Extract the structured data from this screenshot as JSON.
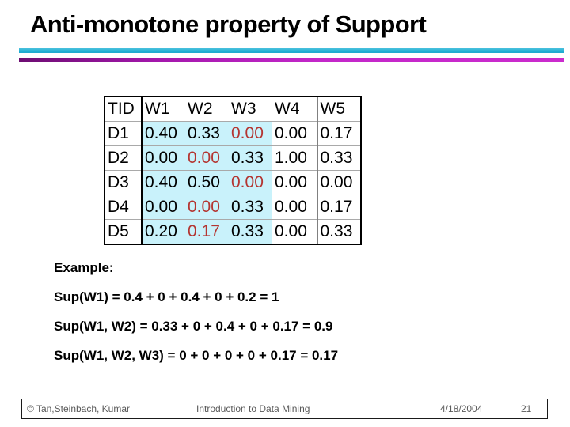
{
  "slide": {
    "title": "Anti-monotone property of Support",
    "example_label": "Example:",
    "equations": [
      "Sup(W1) = 0.4 + 0 + 0.4 + 0 + 0.2 = 1",
      "Sup(W1, W2) = 0.33 + 0 + 0.4 + 0 + 0.17 = 0.9",
      "Sup(W1, W2, W3) = 0 + 0 + 0 + 0 + 0.17 = 0.17"
    ]
  },
  "table": {
    "headers": [
      "TID",
      "W1",
      "W2",
      "W3",
      "W4",
      "W5"
    ],
    "rows": [
      {
        "tid": "D1",
        "values": [
          "0.40",
          "0.33",
          "0.00",
          "0.00",
          "0.17"
        ],
        "red": [
          2
        ]
      },
      {
        "tid": "D2",
        "values": [
          "0.00",
          "0.00",
          "0.33",
          "1.00",
          "0.33"
        ],
        "red": [
          1
        ]
      },
      {
        "tid": "D3",
        "values": [
          "0.40",
          "0.50",
          "0.00",
          "0.00",
          "0.00"
        ],
        "red": [
          2
        ]
      },
      {
        "tid": "D4",
        "values": [
          "0.00",
          "0.00",
          "0.33",
          "0.00",
          "0.17"
        ],
        "red": [
          1
        ]
      },
      {
        "tid": "D5",
        "values": [
          "0.20",
          "0.17",
          "0.33",
          "0.00",
          "0.33"
        ],
        "red": [
          1
        ]
      }
    ],
    "highlight_columns": [
      0,
      1,
      2
    ],
    "highlight_color": "#c9f2fb",
    "red_text_color": "#b43531"
  },
  "footer": {
    "copyright": "© Tan,Steinbach, Kumar",
    "center": "Introduction to Data Mining",
    "date": "4/18/2004",
    "page": "21"
  },
  "colors": {
    "accent_cyan": "#22afd4",
    "accent_magenta_dark": "#6d0d72",
    "accent_magenta": "#cb2bcd"
  }
}
